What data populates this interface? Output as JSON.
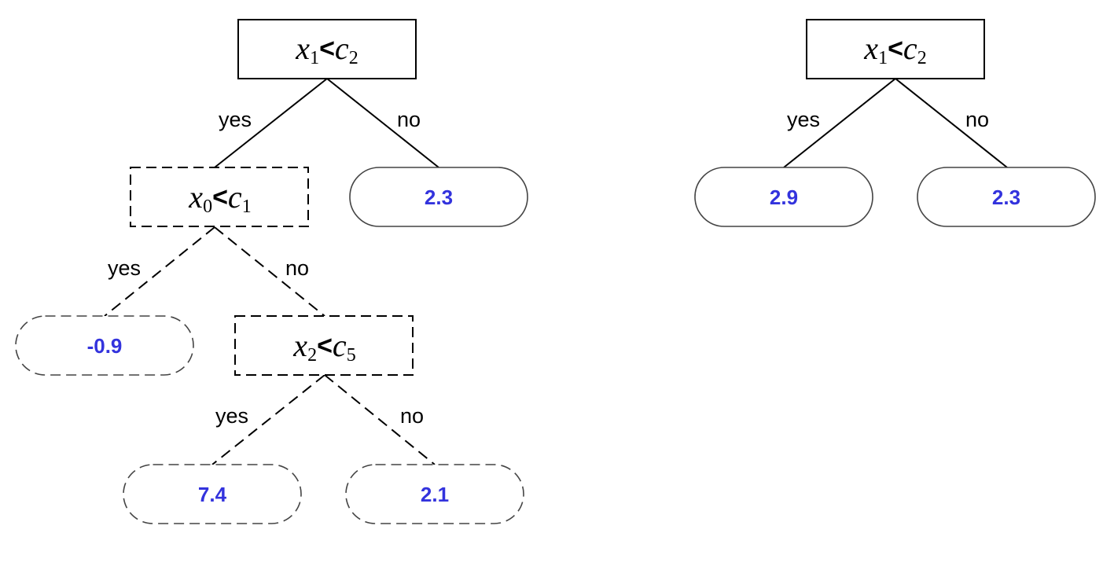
{
  "trees": [
    {
      "root": {
        "var": "x",
        "var_sub": "1",
        "op": "<",
        "thr": "c",
        "thr_sub": "2"
      },
      "root_yes_label": "yes",
      "root_no_label": "no",
      "no_leaf": "2.3",
      "inner1": {
        "var": "x",
        "var_sub": "0",
        "op": "<",
        "thr": "c",
        "thr_sub": "1"
      },
      "inner1_yes_label": "yes",
      "inner1_no_label": "no",
      "inner1_yes_leaf": "-0.9",
      "inner2": {
        "var": "x",
        "var_sub": "2",
        "op": "<",
        "thr": "c",
        "thr_sub": "5"
      },
      "inner2_yes_label": "yes",
      "inner2_no_label": "no",
      "inner2_yes_leaf": "7.4",
      "inner2_no_leaf": "2.1"
    },
    {
      "root": {
        "var": "x",
        "var_sub": "1",
        "op": "<",
        "thr": "c",
        "thr_sub": "2"
      },
      "root_yes_label": "yes",
      "root_no_label": "no",
      "yes_leaf": "2.9",
      "no_leaf": "2.3"
    }
  ]
}
